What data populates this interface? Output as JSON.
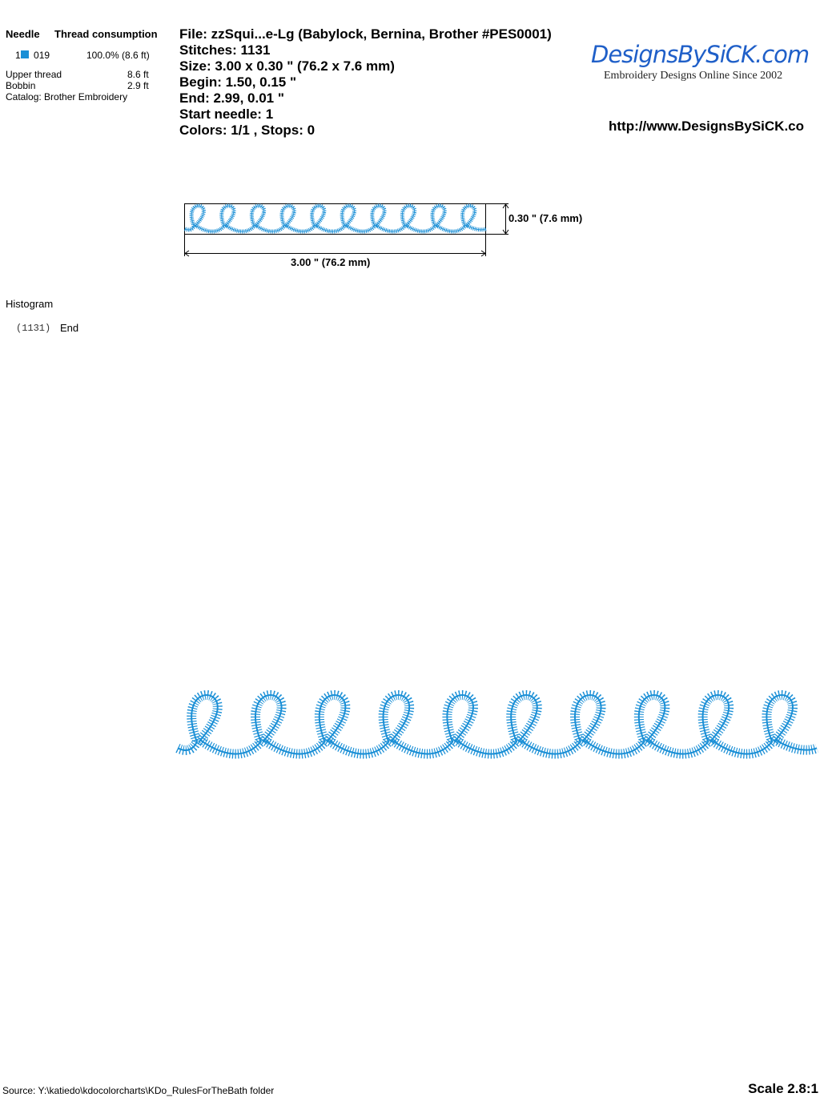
{
  "needle_table": {
    "header_needle": "Needle",
    "header_thread": "Thread consumption",
    "rows": [
      {
        "needle": "1",
        "color_code": "019",
        "consumption": "100.0% (8.6 ft)",
        "color": "#1a8fd6"
      }
    ],
    "upper_label": "Upper thread",
    "upper_value": "8.6 ft",
    "bobbin_label": "Bobbin",
    "bobbin_value": "2.9 ft",
    "catalog": "Catalog: Brother Embroidery"
  },
  "info": {
    "file": "File: zzSqui...e-Lg  (Babylock, Bernina, Brother #PES0001)",
    "stitches": "Stitches: 1131",
    "size": "Size: 3.00 x 0.30 \" (76.2 x 7.6 mm)",
    "begin": "Begin: 1.50, 0.15 \"",
    "end": "End: 2.99, 0.01 \"",
    "start_needle": "Start needle: 1",
    "colors": "Colors: 1/1 , Stops: 0"
  },
  "logo": {
    "main": "DesignsBySiCK.com",
    "sub": "Embroidery Designs Online Since 2002"
  },
  "url": "http://www.DesignsBySiCK.co",
  "dimensions": {
    "height": "0.30 \" (7.6 mm)",
    "width": "3.00 \" (76.2 mm)"
  },
  "histogram": {
    "title": "Histogram",
    "count": "(1131)",
    "label": "End"
  },
  "footer": {
    "source": "Source: Y:\\katiedo\\kdocolorcharts\\KDo_RulesForTheBath folder",
    "scale": "Scale 2.8:1"
  },
  "design": {
    "loops": 10,
    "thread_color": "#1a8fd6"
  }
}
